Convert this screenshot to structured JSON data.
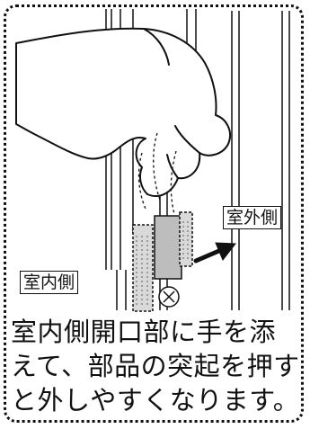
{
  "labels": {
    "outdoor_side": "室外側",
    "indoor_side": "室内側"
  },
  "caption": {
    "lines": [
      "室内側開口部に手を添",
      "えて、部品の突起を押す",
      "と外しやすくなります。"
    ]
  },
  "icons": {
    "hand": "hand-icon",
    "arrow": "arrow-icon",
    "screw": "screw-icon",
    "part": "part-icon"
  },
  "colors": {
    "line": "#111111",
    "part_fill": "#bdbdbd",
    "part_hatch": "#d9d9d9",
    "background": "#ffffff"
  }
}
